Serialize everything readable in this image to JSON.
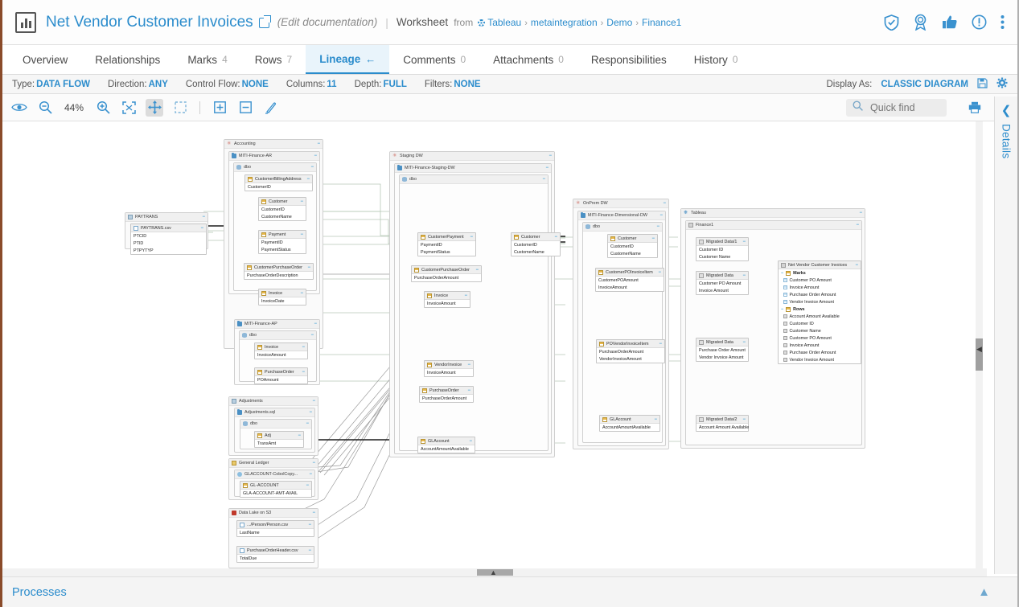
{
  "header": {
    "title": "Net Vendor Customer Invoices",
    "edit_documentation": "(Edit documentation)",
    "divider": "|",
    "object_type": "Worksheet",
    "from_label": "from",
    "breadcrumbs": [
      "Tableau",
      "metaintegration",
      "Demo",
      "Finance1"
    ],
    "icons": [
      "shield-check-icon",
      "certification-ribbon-icon",
      "thumbs-up-icon",
      "alert-circle-icon",
      "more-vertical-icon"
    ]
  },
  "tabs": [
    {
      "label": "Overview",
      "count": "",
      "active": false
    },
    {
      "label": "Relationships",
      "count": "",
      "active": false
    },
    {
      "label": "Marks",
      "count": "4",
      "active": false
    },
    {
      "label": "Rows",
      "count": "7",
      "active": false
    },
    {
      "label": "Lineage",
      "count": "",
      "active": true,
      "arrow": "←"
    },
    {
      "label": "Comments",
      "count": "0",
      "active": false
    },
    {
      "label": "Attachments",
      "count": "0",
      "active": false
    },
    {
      "label": "Responsibilities",
      "count": "",
      "active": false
    },
    {
      "label": "History",
      "count": "0",
      "active": false
    }
  ],
  "filterbar": {
    "items": [
      {
        "label": "Type:",
        "value": "DATA FLOW"
      },
      {
        "label": "Direction:",
        "value": "ANY"
      },
      {
        "label": "Control Flow:",
        "value": "NONE"
      },
      {
        "label": "Columns:",
        "value": "11"
      },
      {
        "label": "Depth:",
        "value": "FULL"
      },
      {
        "label": "Filters:",
        "value": "NONE"
      }
    ],
    "display_as_label": "Display As:",
    "display_as_value": "CLASSIC DIAGRAM",
    "save_icon": "save-disk-icon",
    "settings_icon": "gear-icon"
  },
  "toolbar": {
    "zoom_level": "44%",
    "buttons": [
      "eye-icon",
      "zoom-out-icon",
      "zoom-in-icon",
      "fit-to-screen-icon",
      "pan-move-icon",
      "marquee-select-icon",
      "expand-all-icon",
      "collapse-all-icon",
      "annotate-pen-icon"
    ],
    "search": {
      "placeholder": "Quick find",
      "value": "",
      "icon": "search-icon"
    },
    "print_icon": "printer-icon",
    "settings_icon": "gear-icon"
  },
  "details_panel": {
    "label": "Details",
    "collapse_icon": "chevron-left-icon"
  },
  "footer": {
    "label": "Processes",
    "toggle_icon": "chevron-up-icon"
  },
  "diagram": {
    "groups": [
      {
        "name": "Accounting",
        "icon": "flow-icon",
        "children": [
          "MITI-Finance-AR",
          "MITI-Finance-AP",
          "Adjustments",
          "General Ledger",
          "Data Lake on S3"
        ]
      },
      {
        "name": "Staging DW",
        "icon": "flow-icon",
        "children": [
          "MITI-Finance-Staging-DW"
        ]
      },
      {
        "name": "OnPrem DW",
        "icon": "flow-icon",
        "children": [
          "MITI-Finance-Dimensional-DW"
        ]
      },
      {
        "name": "Tableau",
        "icon": "tableau-icon",
        "children": [
          "Finance1"
        ]
      }
    ],
    "nodes": {
      "paytrans_group": "PAYTRANS",
      "paytrans_file": "PAYTRANS.csv",
      "paytrans_cols": [
        "PTCID",
        "PTID",
        "PTPYTYP"
      ],
      "accounting": "Accounting",
      "miti_finance_ar": "MITI-Finance-AR",
      "dbo": "dbo",
      "ar_customerbillingaddress": "CustomerBillingAddress",
      "ar_customerbillingaddress_cols": [
        "CustomerID"
      ],
      "ar_customer": "Customer",
      "ar_customer_cols": [
        "CustomerID",
        "CustomerName"
      ],
      "ar_payment": "Payment",
      "ar_payment_cols": [
        "PaymentID",
        "PaymentStatus"
      ],
      "ar_custpo": "CustomerPurchaseOrder",
      "ar_custpo_cols": [
        "PurchaseOrderDescription"
      ],
      "ar_invoice": "Invoice",
      "ar_invoice_cols": [
        "InvoiceDate"
      ],
      "miti_finance_ap": "MITI-Finance-AP",
      "ap_invoice": "Invoice",
      "ap_invoice_cols": [
        "InvoiceAmount"
      ],
      "ap_po": "PurchaseOrder",
      "ap_po_cols": [
        "POAmount"
      ],
      "adjustments_group": "Adjustments",
      "adjustments_sql": "Adjustments.sql",
      "adj_table": "Adj",
      "adj_cols": [
        "TransAmt"
      ],
      "general_ledger": "General Ledger",
      "glaccount_cobol": "GLACCOUNT-CobolCopy...",
      "gl_account": "GL-ACCOUNT",
      "gl_account_cols": [
        "GLA-ACCOUNT-AMT-AVAIL"
      ],
      "data_lake": "Data Lake on S3",
      "person_csv": ".../Person/Person.csv",
      "person_cols": [
        "LastName"
      ],
      "poheader_csv": "PurchaseOrderHeader.csv",
      "poheader_cols": [
        "TotalDue"
      ],
      "staging_dw": "Staging DW",
      "miti_staging": "MITI-Finance-Staging-DW",
      "st_custpayment": "CustomerPayment",
      "st_custpayment_cols": [
        "PaymentID",
        "PaymentStatus"
      ],
      "st_custpo": "CustomerPurchaseOrder",
      "st_custpo_cols": [
        "PurchaseOrderAmount"
      ],
      "st_invoice": "Invoice",
      "st_invoice_cols": [
        "InvoiceAmount"
      ],
      "st_vendorinvoice": "VendorInvoice",
      "st_vendorinvoice_cols": [
        "InvoiceAmount"
      ],
      "st_po": "PurchaseOrder",
      "st_po_cols": [
        "PurchaseOrderAmount"
      ],
      "st_glaccount": "GLAccount",
      "st_glaccount_cols": [
        "AccountAmountAvailable"
      ],
      "st_customer": "Customer",
      "st_customer_cols": [
        "CustomerID",
        "CustomerName"
      ],
      "onprem_dw": "OnPrem DW",
      "miti_dim": "MITI-Finance-Dimensional-DW",
      "dw_customer": "Customer",
      "dw_customer_cols": [
        "CustomerID",
        "CustomerName"
      ],
      "dw_custpoinv": "CustomerPOInvoiceItem",
      "dw_custpoinv_cols": [
        "CustomerPOAmount",
        "InvoiceAmount"
      ],
      "dw_povendor": "POVendorInvoiceItem",
      "dw_povendor_cols": [
        "PurchaseOrderAmount",
        "VendorInvoiceAmount"
      ],
      "dw_glaccount": "GLAccount",
      "dw_glaccount_cols": [
        "AccountAmountAvailable"
      ],
      "tableau": "Tableau",
      "finance1": "Finance1",
      "tb_migrated1": "Migrated Data/1",
      "tb_migrated1_cols": [
        "Customer ID",
        "Customer Name"
      ],
      "tb_migrated2": "Migrated Data",
      "tb_migrated2_cols": [
        "Customer PO Amount",
        "Invoice Amount"
      ],
      "tb_migrated3": "Migrated Data",
      "tb_migrated3_cols": [
        "Purchase Order Amount",
        "Vendor Invoice Amount"
      ],
      "tb_migrated4": "Migrated Data/2",
      "tb_migrated4_cols": [
        "Account Amount Available"
      ],
      "tb_worksheet": "Net Vendor Customer Invoices",
      "tb_marks_label": "Marks",
      "tb_marks": [
        "Customer PO Amount",
        "Invoice Amount",
        "Purchase Order Amount",
        "Vendor Invoice Amount"
      ],
      "tb_rows_label": "Rows",
      "tb_rows": [
        "Account Amount Available",
        "Customer ID",
        "Customer Name",
        "Customer PO Amount",
        "Invoice Amount",
        "Purchase Order Amount",
        "Vendor Invoice Amount"
      ]
    }
  },
  "colors": {
    "accent": "#2b8ccc",
    "tab_active_bg": "#e9f4fb",
    "canvas_bg": "#ffffff",
    "group_bg": "#fafafa",
    "edge_green": "#b3c8b3",
    "edge_gray": "#9a9a9a",
    "edge_black": "#222222"
  }
}
